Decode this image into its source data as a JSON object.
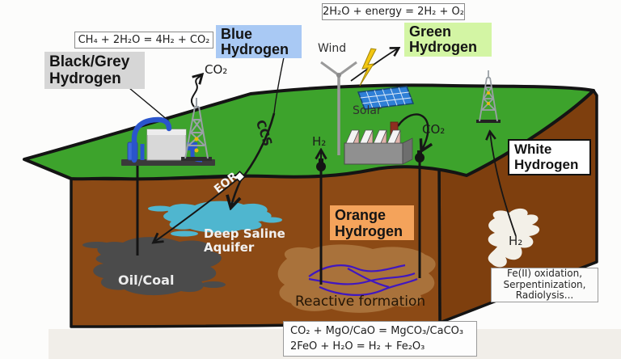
{
  "scene": {
    "colors": {
      "grass": "#3da32c",
      "soil_front": "#8c4a15",
      "soil_side": "#7e3f0e",
      "aquifer": "#4fb6cf",
      "oil": "#4b4b4b",
      "reactive_blob": "#b07c45",
      "vein": "#4017c0",
      "h2_pocket": "#f3f0e8",
      "black_grey_box": "#d6d6d6",
      "blue_box": "#a9c9f4",
      "green_box": "#d3f5a4",
      "orange_box": "#f4a35b",
      "white_box": "#ffffff"
    },
    "equations": {
      "smr": "CH₄ + 2H₂O = 4H₂ + CO₂",
      "electrolysis": "2H₂O + energy = 2H₂ + O₂",
      "mineral1": "CO₂ + MgO/CaO = MgCO₃/CaCO₃",
      "mineral2": "2FeO + H₂O = H₂ + Fe₂O₃"
    },
    "hydrogen_types": {
      "black_grey": {
        "line1": "Black/Grey",
        "line2": "Hydrogen"
      },
      "blue": {
        "line1": "Blue",
        "line2": "Hydrogen"
      },
      "green": {
        "line1": "Green",
        "line2": "Hydrogen"
      },
      "orange": {
        "line1": "Orange",
        "line2": "Hydrogen"
      },
      "white": {
        "line1": "White",
        "line2": "Hydrogen"
      }
    },
    "labels": {
      "wind": "Wind",
      "solar": "Solar",
      "co2_left": "CO₂",
      "co2_right": "CO₂",
      "h2_well": "H₂",
      "h2_pocket": "H₂",
      "ccs": "CCS",
      "eor": "EOR",
      "oil_coal": "Oil/Coal",
      "aquifer_line1": "Deep Saline",
      "aquifer_line2": "Aquifer",
      "reactive": "Reactive formation",
      "white_note_line1": "Fe(II) oxidation,",
      "white_note_line2": "Serpentinization,",
      "white_note_line3": "Radiolysis..."
    }
  }
}
